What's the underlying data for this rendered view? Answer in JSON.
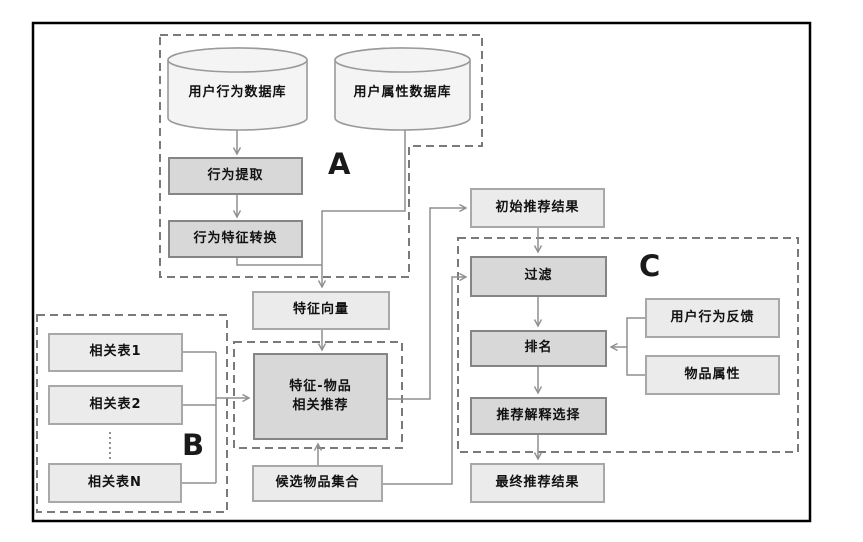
{
  "section_labels": {
    "a": "A",
    "b": "B",
    "c": "C"
  },
  "nodes": {
    "user_behavior_db": {
      "label": "用户行为数据库",
      "shape": "cylinder"
    },
    "user_attr_db": {
      "label": "用户属性数据库",
      "shape": "cylinder"
    },
    "behavior_extract": {
      "label": "行为提取"
    },
    "behavior_feature_convert": {
      "label": "行为特征转换"
    },
    "feature_vector": {
      "label": "特征向量"
    },
    "feature_item_rec": {
      "label": "特征-物品\n相关推荐"
    },
    "candidate_items": {
      "label": "候选物品集合"
    },
    "rel_table_1": {
      "label": "相关表1"
    },
    "rel_table_2": {
      "label": "相关表2"
    },
    "rel_table_n": {
      "label": "相关表N"
    },
    "initial_result": {
      "label": "初始推荐结果"
    },
    "filter": {
      "label": "过滤"
    },
    "ranking": {
      "label": "排名"
    },
    "rec_explain": {
      "label": "推荐解释选择"
    },
    "final_result": {
      "label": "最终推荐结果"
    },
    "user_feedback": {
      "label": "用户行为反馈"
    },
    "item_attrs": {
      "label": "物品属性"
    }
  },
  "colors": {
    "process_fill": "#d8d8d8",
    "process_border": "#858585",
    "data_fill": "#ebebeb",
    "data_border": "#a8a8a8",
    "cylinder_fill": "#f4f4f4",
    "connector": "#8f8f8f",
    "dashed_border": "#7a7a7a",
    "outer_border": "#000000"
  }
}
